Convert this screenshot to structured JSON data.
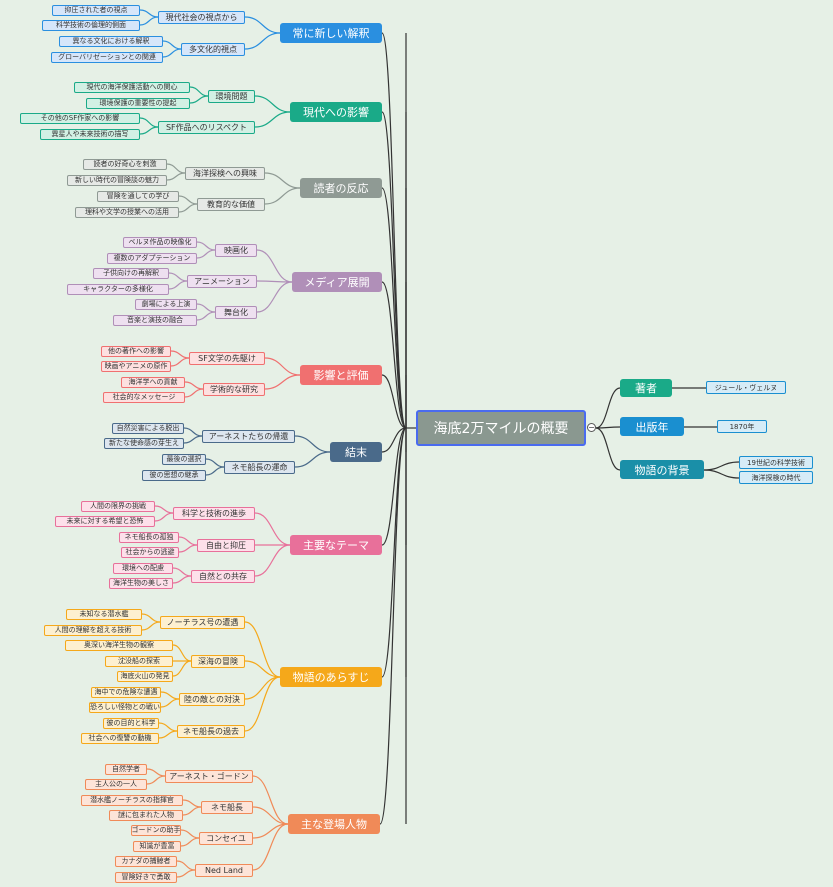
{
  "root": {
    "label": "海底2万マイルの概要"
  },
  "right_branches": [
    {
      "label": "著者",
      "color": "#1aaa88",
      "children": [
        {
          "label": "ジュール・ヴェルヌ"
        }
      ]
    },
    {
      "label": "出版年",
      "color": "#1a8fd0",
      "children": [
        {
          "label": "1870年"
        }
      ]
    },
    {
      "label": "物語の背景",
      "color": "#1a8fa8",
      "children": [
        {
          "label": "19世紀の科学技術"
        },
        {
          "label": "海洋探検の時代"
        }
      ]
    }
  ],
  "left_branches": [
    {
      "label": "常に新しい解釈",
      "color": "#2a8fe0",
      "tint": "#d6e6fa",
      "children": [
        {
          "label": "現代社会の視点から",
          "children": [
            {
              "label": "抑圧された者の視点"
            },
            {
              "label": "科学技術の倫理的側面"
            }
          ]
        },
        {
          "label": "多文化的視点",
          "children": [
            {
              "label": "異なる文化における解釈"
            },
            {
              "label": "グローバリゼーションとの関連"
            }
          ]
        }
      ]
    },
    {
      "label": "現代への影響",
      "color": "#1aaa88",
      "tint": "#d2f0e4",
      "children": [
        {
          "label": "環境問題",
          "children": [
            {
              "label": "現代の海洋保護活動への関心"
            },
            {
              "label": "環境保護の重要性の提起"
            }
          ]
        },
        {
          "label": "SF作品へのリスペクト",
          "children": [
            {
              "label": "その他のSF作家への影響"
            },
            {
              "label": "異星人や未来技術の描写"
            }
          ]
        }
      ]
    },
    {
      "label": "読者の反応",
      "color": "#8f9a94",
      "tint": "#e6e9e6",
      "children": [
        {
          "label": "海洋探検への興味",
          "children": [
            {
              "label": "読者の好奇心を刺激"
            },
            {
              "label": "新しい時代の冒険談の魅力"
            }
          ]
        },
        {
          "label": "教育的な価値",
          "children": [
            {
              "label": "冒険を通しての学び"
            },
            {
              "label": "理科や文学の授業への活用"
            }
          ]
        }
      ]
    },
    {
      "label": "メディア展開",
      "color": "#b08fb8",
      "tint": "#eee0f0",
      "children": [
        {
          "label": "映画化",
          "children": [
            {
              "label": "ベルヌ作品の映像化"
            },
            {
              "label": "複数のアダプテーション"
            }
          ]
        },
        {
          "label": "アニメーション",
          "children": [
            {
              "label": "子供向けの再解釈"
            },
            {
              "label": "キャラクターの多様化"
            }
          ]
        },
        {
          "label": "舞台化",
          "children": [
            {
              "label": "劇場による上演"
            },
            {
              "label": "音楽と演技の融合"
            }
          ]
        }
      ]
    },
    {
      "label": "影響と評価",
      "color": "#f07070",
      "tint": "#fde0e0",
      "children": [
        {
          "label": "SF文学の先駆け",
          "children": [
            {
              "label": "他の著作への影響"
            },
            {
              "label": "映画やアニメの原作"
            }
          ]
        },
        {
          "label": "学術的な研究",
          "children": [
            {
              "label": "海洋学への貢献"
            },
            {
              "label": "社会的なメッセージ"
            }
          ]
        }
      ]
    },
    {
      "label": "結末",
      "color": "#4a6a8a",
      "tint": "#dde6ef",
      "children": [
        {
          "label": "アーネストたちの帰還",
          "children": [
            {
              "label": "自然災害による脱出"
            },
            {
              "label": "新たな使命感の芽生え"
            }
          ]
        },
        {
          "label": "ネモ船長の運命",
          "children": [
            {
              "label": "最後の選択"
            },
            {
              "label": "彼の思想の継承"
            }
          ]
        }
      ]
    },
    {
      "label": "主要なテーマ",
      "color": "#e8709a",
      "tint": "#fde0ea",
      "children": [
        {
          "label": "科学と技術の進歩",
          "children": [
            {
              "label": "人間の限界の挑戦"
            },
            {
              "label": "未来に対する希望と恐怖"
            }
          ]
        },
        {
          "label": "自由と抑圧",
          "children": [
            {
              "label": "ネモ船長の孤独"
            },
            {
              "label": "社会からの逃避"
            }
          ]
        },
        {
          "label": "自然との共存",
          "children": [
            {
              "label": "環境への配慮"
            },
            {
              "label": "海洋生物の美しさ"
            }
          ]
        }
      ]
    },
    {
      "label": "物語のあらすじ",
      "color": "#f5a81a",
      "tint": "#fdf0d0",
      "children": [
        {
          "label": "ノーチラス号の遭遇",
          "children": [
            {
              "label": "未知なる潜水艦"
            },
            {
              "label": "人間の理解を超える技術"
            }
          ]
        },
        {
          "label": "深海の冒険",
          "children": [
            {
              "label": "奥深い海洋生物の観察"
            },
            {
              "label": "沈没船の探索"
            },
            {
              "label": "海底火山の発見"
            }
          ]
        },
        {
          "label": "陸の敵との対決",
          "children": [
            {
              "label": "海中での危険な遭遇"
            },
            {
              "label": "恐ろしい怪物との戦い"
            }
          ]
        },
        {
          "label": "ネモ船長の過去",
          "children": [
            {
              "label": "彼の目的と科学"
            },
            {
              "label": "社会への復讐の動機"
            }
          ]
        }
      ]
    },
    {
      "label": "主な登場人物",
      "color": "#f08a58",
      "tint": "#fde4d8",
      "children": [
        {
          "label": "アーネスト・ゴードン",
          "children": [
            {
              "label": "自然学者"
            },
            {
              "label": "主人公の一人"
            }
          ]
        },
        {
          "label": "ネモ船長",
          "children": [
            {
              "label": "潜水艦ノーチラスの指揮官"
            },
            {
              "label": "謎に包まれた人物"
            }
          ]
        },
        {
          "label": "コンセイユ",
          "children": [
            {
              "label": "ゴードンの助手"
            },
            {
              "label": "知識が豊富"
            }
          ]
        },
        {
          "label": "Ned Land",
          "children": [
            {
              "label": "カナダの捕鯨者"
            },
            {
              "label": "冒険好きで勇敢"
            }
          ]
        }
      ]
    }
  ]
}
